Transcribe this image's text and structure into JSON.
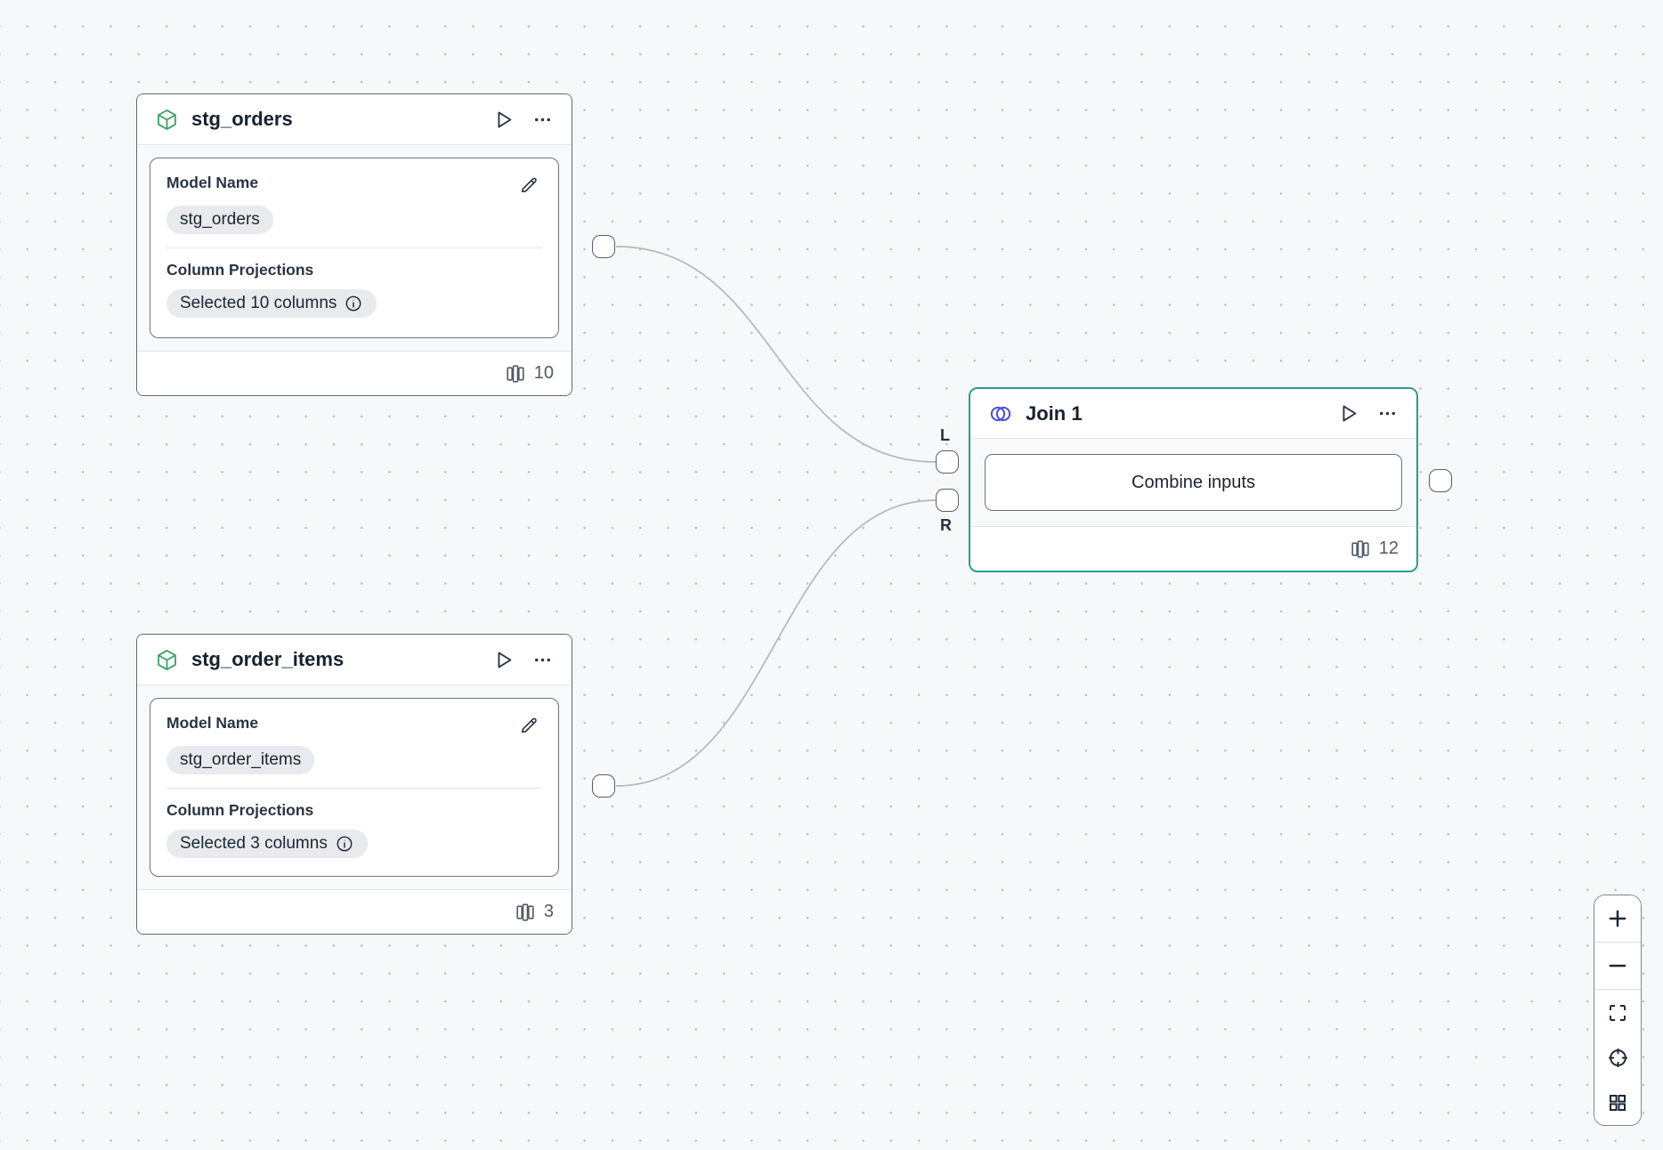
{
  "canvas": {
    "background_color": "#f7f8f9",
    "dot_color": "#b9bdc4"
  },
  "colors": {
    "selected_node_border_teal": "#2b9c8e",
    "model_icon_green": "#3fa066",
    "join_icon_indigo": "#5150d8",
    "edge_gray": "#b4b7bd",
    "pill_background": "#e8eaed",
    "title_text": "#17212f"
  },
  "icons": {
    "model_node": "cube-icon",
    "join_node": "join-circles-icon",
    "run": "play-icon",
    "menu": "ellipsis-icon",
    "edit": "pencil-icon",
    "info": "info-icon",
    "column_count": "columns-icon",
    "zoom_in": "plus-icon",
    "zoom_out": "minus-icon",
    "fit_view": "fit-view-icon",
    "locate": "crosshair-icon",
    "overview": "grid-icon"
  },
  "nodes": {
    "stg_orders": {
      "title": "stg_orders",
      "model_name_label": "Model Name",
      "model_name_value": "stg_orders",
      "column_projections_label": "Column Projections",
      "column_projections_value": "Selected 10 columns",
      "column_count": "10"
    },
    "stg_order_items": {
      "title": "stg_order_items",
      "model_name_label": "Model Name",
      "model_name_value": "stg_order_items",
      "column_projections_label": "Column Projections",
      "column_projections_value": "Selected 3 columns",
      "column_count": "3"
    },
    "join_1": {
      "title": "Join 1",
      "combine_button": "Combine inputs",
      "column_count": "12",
      "input_left_label": "L",
      "input_right_label": "R"
    }
  }
}
